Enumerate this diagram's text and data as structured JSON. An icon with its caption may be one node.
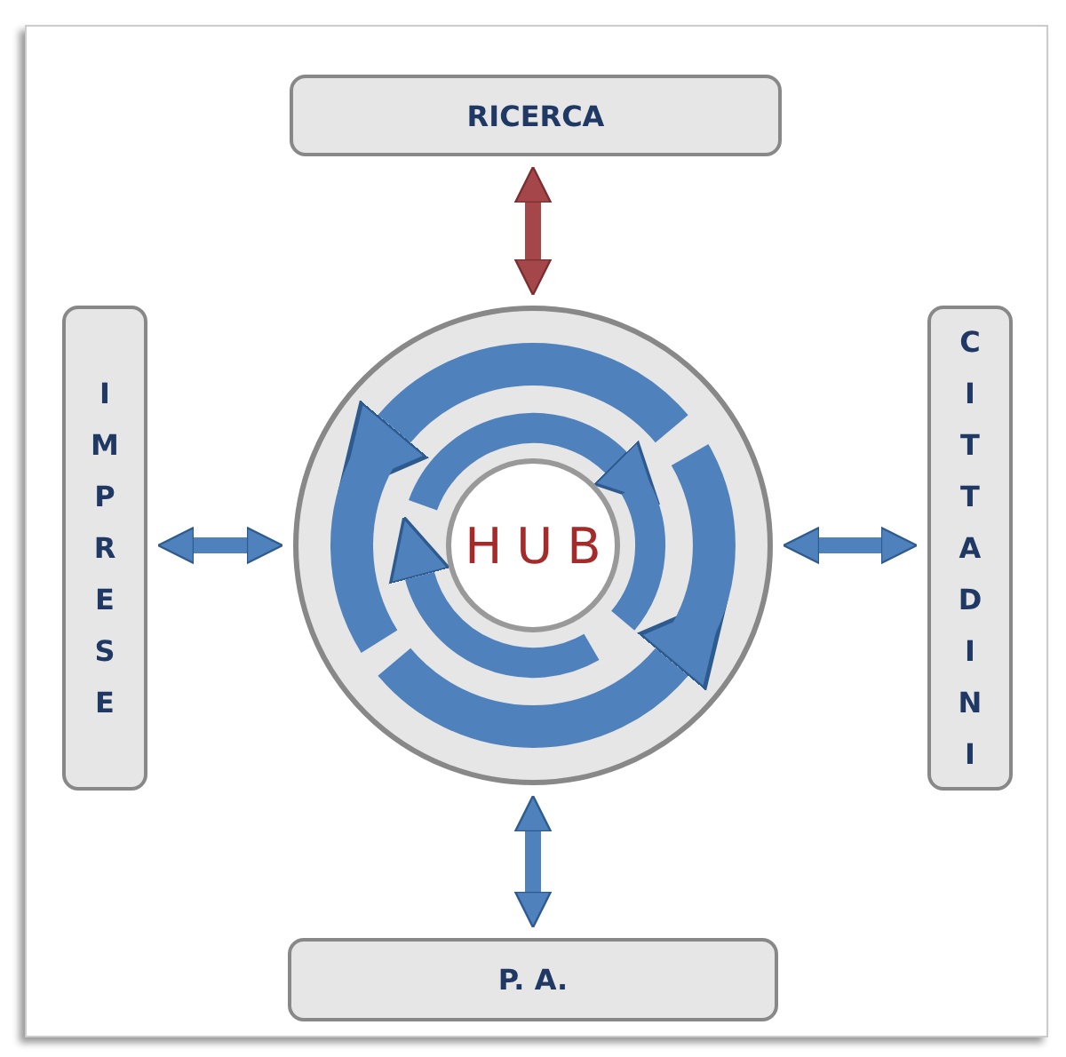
{
  "diagram": {
    "nodes": [
      {
        "text": [
          "RICERCA"
        ]
      },
      {
        "text": [
          "IMPRESE"
        ]
      },
      {
        "text": [
          "HUB"
        ]
      },
      {
        "text": [
          "CITTADINI"
        ]
      },
      {
        "text": [
          "P. A."
        ]
      }
    ],
    "edges": [
      {
        "from": 0,
        "to": 2,
        "arrow": "both",
        "color": "#a5474a"
      },
      {
        "from": 1,
        "to": 2,
        "arrow": "both"
      },
      {
        "from": 2,
        "to": 3,
        "arrow": "both"
      },
      {
        "from": 2,
        "to": 4,
        "arrow": "both"
      }
    ]
  }
}
